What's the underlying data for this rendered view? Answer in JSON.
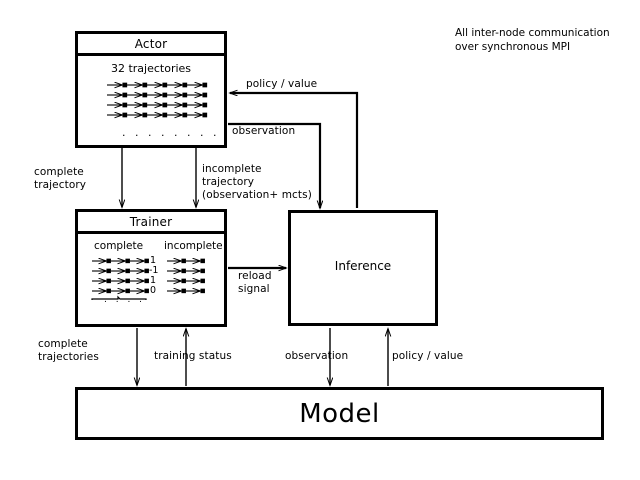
{
  "note": {
    "text": "All inter-node communication\nover synchronous MPI"
  },
  "nodes": {
    "actor": {
      "title": "Actor",
      "subtitle": "32 trajectories",
      "dots": ". . . . . . . .",
      "trajectory_rows": 4,
      "segments_per_row": 5
    },
    "trainer": {
      "title": "Trainer",
      "columns": [
        {
          "header": "complete",
          "rows": 4,
          "segments_per_row": 3,
          "values": [
            "1",
            "-1",
            "1",
            "0"
          ]
        },
        {
          "header": "incomplete",
          "rows": 4,
          "segments_per_row": 2,
          "values": [
            "",
            "",
            "",
            ""
          ]
        }
      ],
      "brace_dots": ". . . ."
    },
    "inference": {
      "title": "Inference"
    },
    "model": {
      "title": "Model"
    }
  },
  "edges": {
    "complete_trajectory": "complete\ntrajectory",
    "incomplete_trajectory": "incomplete\ntrajectory\n(observation+ mcts)",
    "policy_value_top": "policy / value",
    "observation_top": "observation",
    "reload_signal": "reload\nsignal",
    "complete_trajectories": "complete\ntrajectories",
    "training_status": "training status",
    "observation_bottom": "observation",
    "policy_value_bottom": "policy / value"
  },
  "colors": {
    "stroke": "#000000",
    "background": "#ffffff"
  }
}
